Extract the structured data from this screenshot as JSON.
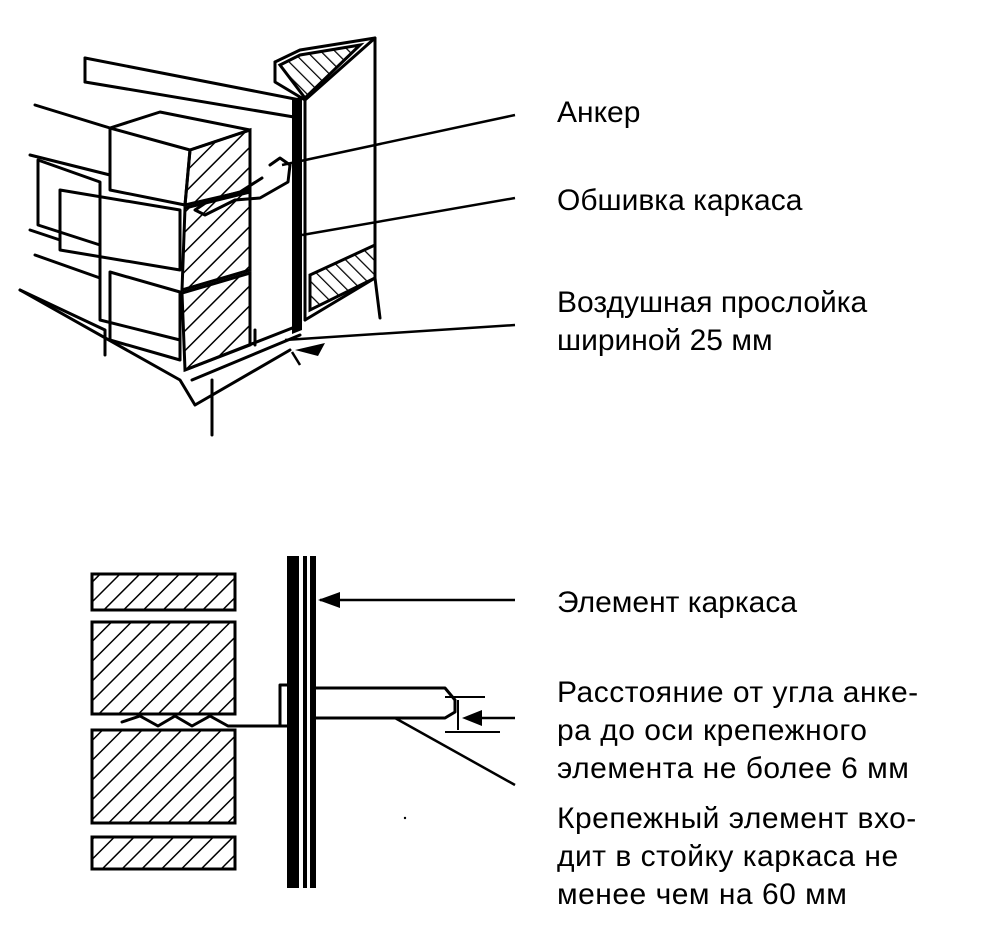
{
  "labels": {
    "anchor": "Анкер",
    "sheathing": "Обшивка каркаса",
    "air_gap_1": "Воздушная прослойка",
    "air_gap_2": "шириной 25 мм",
    "frame_element": "Элемент каркаса",
    "distance_1": "Расстояние от угла анке-",
    "distance_2": "ра до оси крепежного",
    "distance_3": "элемента не более 6 мм",
    "fastener_1": "Крепежный элемент вхо-",
    "fastener_2": "дит в стойку каркаса не",
    "fastener_3": "менее чем на 60 мм"
  }
}
